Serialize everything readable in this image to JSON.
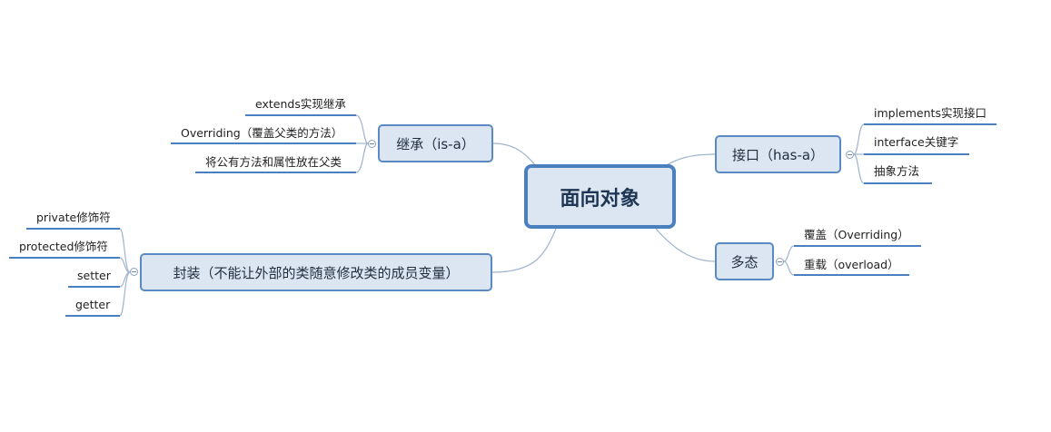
{
  "diagram": {
    "root": {
      "label": "面向对象"
    },
    "branches": {
      "inheritance": {
        "label": "继承（is-a）",
        "leaves": [
          "extends实现继承",
          "Overriding（覆盖父类的方法）",
          "将公有方法和属性放在父类"
        ]
      },
      "encapsulation": {
        "label": "封装（不能让外部的类随意修改类的成员变量）",
        "leaves": [
          "private修饰符",
          "protected修饰符",
          "setter",
          "getter"
        ]
      },
      "interface": {
        "label": "接口（has-a）",
        "leaves": [
          "implements实现接口",
          "interface关键字",
          "抽象方法"
        ]
      },
      "polymorphism": {
        "label": "多态",
        "leaves": [
          "覆盖（Overriding）",
          "重载（overload）"
        ]
      }
    },
    "colors": {
      "node_fill": "#dce6f2",
      "node_border": "#5b8ac3",
      "link": "#9fb4cf",
      "leaf_underline": "#4a7fc0"
    }
  }
}
